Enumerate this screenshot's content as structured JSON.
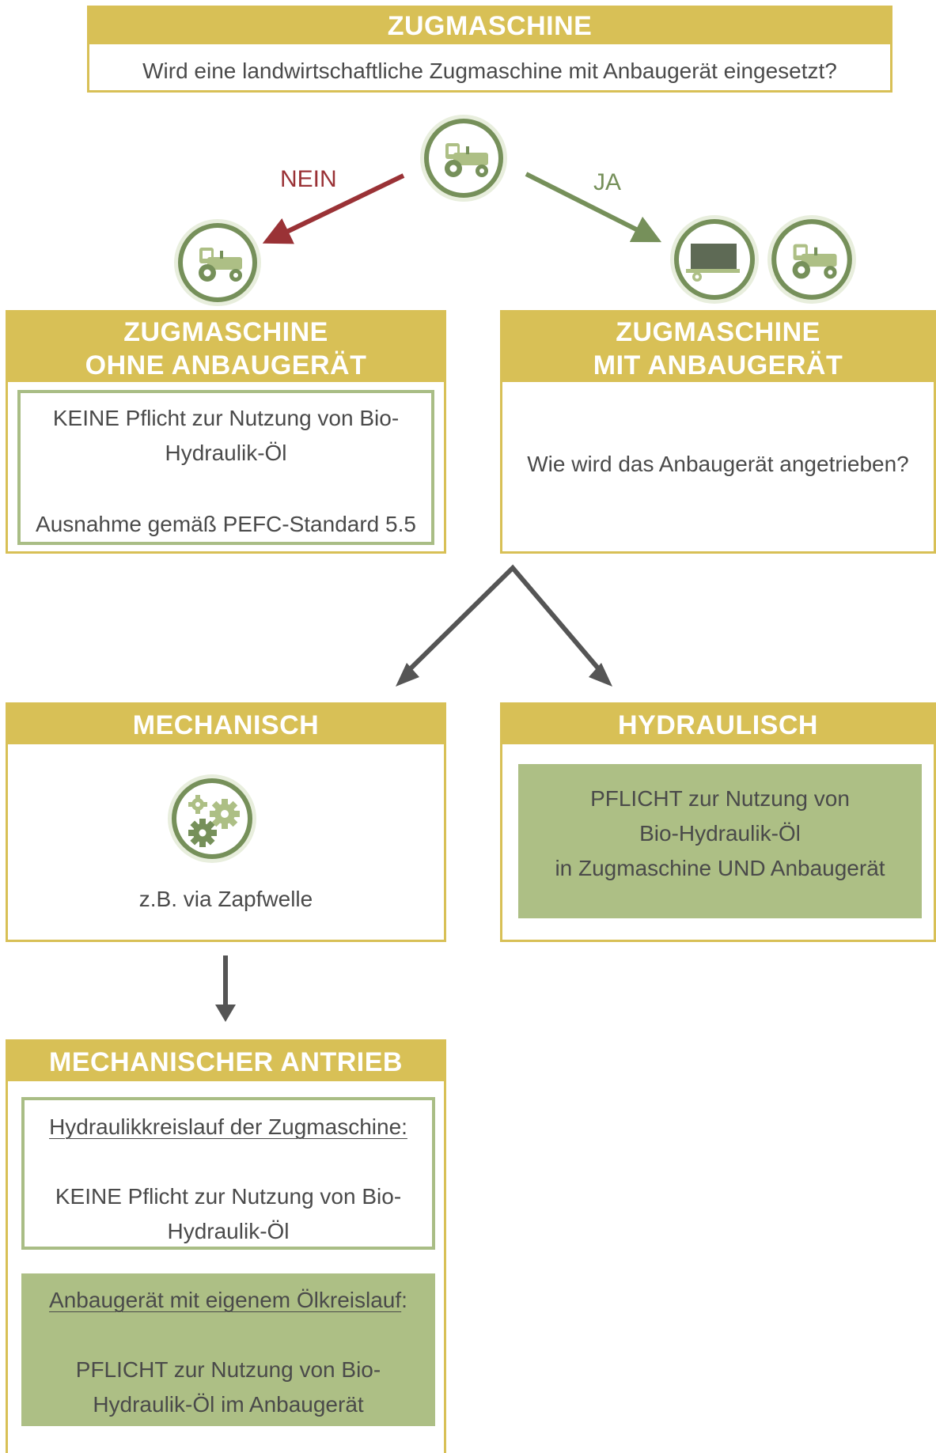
{
  "top": {
    "title": "ZUGMASCHINE",
    "question": "Wird eine landwirtschaftliche Zugmaschine mit Anbaugerät eingesetzt?"
  },
  "branches": {
    "no_label": "NEIN",
    "yes_label": "JA"
  },
  "ohne": {
    "title_line1": "ZUGMASCHINE",
    "title_line2": "OHNE ANBAUGERÄT",
    "line1": "KEINE Pflicht zur Nutzung von Bio-",
    "line2": "Hydraulik-Öl",
    "line3": "Ausnahme gemäß PEFC-Standard 5.5"
  },
  "mit": {
    "title_line1": "ZUGMASCHINE",
    "title_line2": "MIT ANBAUGERÄT",
    "question": "Wie wird das Anbaugerät angetrieben?"
  },
  "mechanisch": {
    "title": "MECHANISCH",
    "caption": "z.B. via Zapfwelle"
  },
  "hydraulisch": {
    "title": "HYDRAULISCH",
    "line1": "PFLICHT zur Nutzung von",
    "line2": "Bio-Hydraulik-Öl",
    "line3": "in Zugmaschine UND Anbaugerät"
  },
  "antrieb": {
    "title": "MECHANISCHER ANTRIEB",
    "box1_heading": "Hydraulikkreislauf der Zugmaschine:",
    "box1_line1": "KEINE Pflicht zur Nutzung von Bio-",
    "box1_line2": "Hydraulik-Öl",
    "box2_heading": "Anbaugerät mit eigenem Ölkreislauf",
    "box2_heading_colon": ":",
    "box2_line1": "PFLICHT zur Nutzung von Bio-",
    "box2_line2": "Hydraulik-Öl im Anbaugerät"
  },
  "colors": {
    "gold": "#d8c056",
    "green": "#adbf85",
    "green_dark": "#76905a",
    "red_arrow": "#9a3236",
    "grey_arrow": "#555555"
  },
  "icons": [
    "tractor-icon",
    "trailer-icon",
    "gears-icon"
  ]
}
